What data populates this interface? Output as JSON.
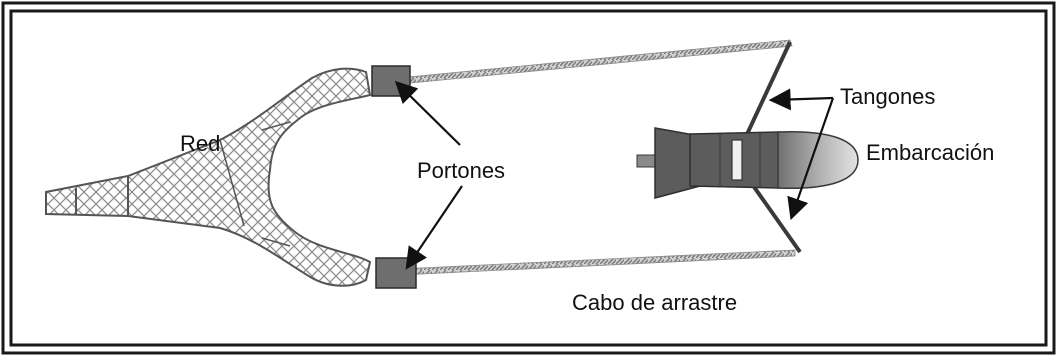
{
  "labels": {
    "net": "Red",
    "doors": "Portones",
    "outriggers": "Tangones",
    "vessel": "Embarcación",
    "tow_cable": "Cabo de arrastre"
  },
  "colors": {
    "frame": "#1a1a1a",
    "net_fill": "#ffffff",
    "net_mesh": "#8a8a8a",
    "doors": "#6e6e6e",
    "cable": "#9a9a9a",
    "hull": "#5c5c5c",
    "bow_light": "#d8d8d8",
    "bow_dark": "#6a6a6a",
    "outriggers": "#3a3a3a",
    "arrows": "#111111"
  }
}
